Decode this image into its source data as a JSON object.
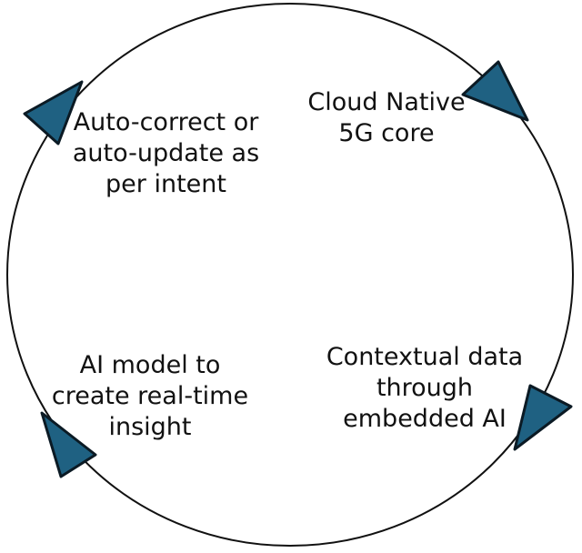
{
  "colors": {
    "arrow_fill": "#1F6182",
    "arrow_stroke": "#0B1A24",
    "circle_stroke": "#111111",
    "text": "#111111"
  },
  "steps": [
    {
      "lines": [
        "Cloud Native",
        "5G core"
      ]
    },
    {
      "lines": [
        "Contextual data",
        "through",
        "embedded AI"
      ]
    },
    {
      "lines": [
        "AI model to",
        "create real-time",
        "insight"
      ]
    },
    {
      "lines": [
        "Auto-correct or",
        "auto-update as",
        "per intent"
      ]
    }
  ],
  "icons": [
    "cycle-arrow-icon"
  ]
}
